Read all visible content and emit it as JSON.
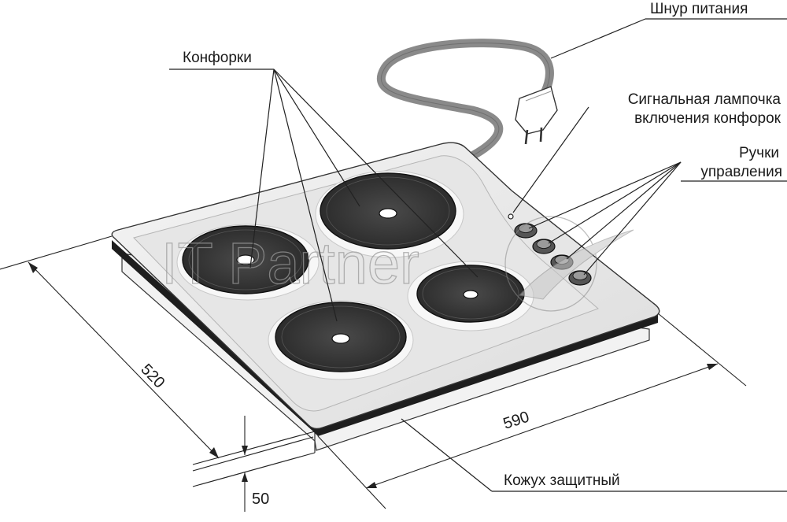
{
  "labels": {
    "burners": "Конфорки",
    "power_cord": "Шнур питания",
    "indicator_line1": "Сигнальная лампочка",
    "indicator_line2": "включения конфорок",
    "knobs_line1": "Ручки",
    "knobs_line2": "управления",
    "casing": "Кожух защитный"
  },
  "dimensions": {
    "depth": "520",
    "width": "590",
    "height": "50"
  },
  "watermark": "IT Partner",
  "colors": {
    "surface": "#ececec",
    "burner": "#3a3a3a",
    "cord": "#8a8a8a",
    "edge": "#1e1e1e"
  }
}
